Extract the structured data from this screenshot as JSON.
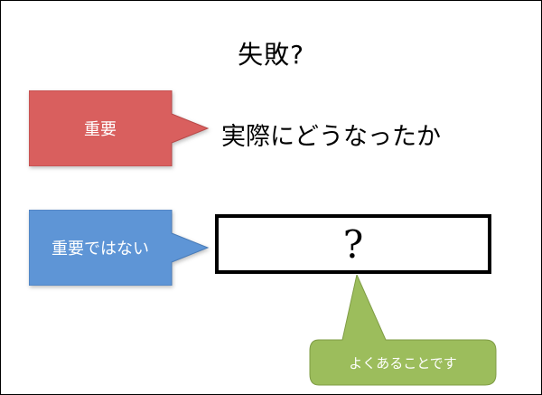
{
  "title": "失敗?",
  "important": {
    "label": "重要",
    "color": "#d95f5e",
    "result": "実際にどうなったか"
  },
  "not_important": {
    "label": "重要ではない",
    "color": "#5e95d6",
    "result": "?"
  },
  "callout": {
    "text": "よくあることです",
    "color": "#9cbd5c"
  }
}
